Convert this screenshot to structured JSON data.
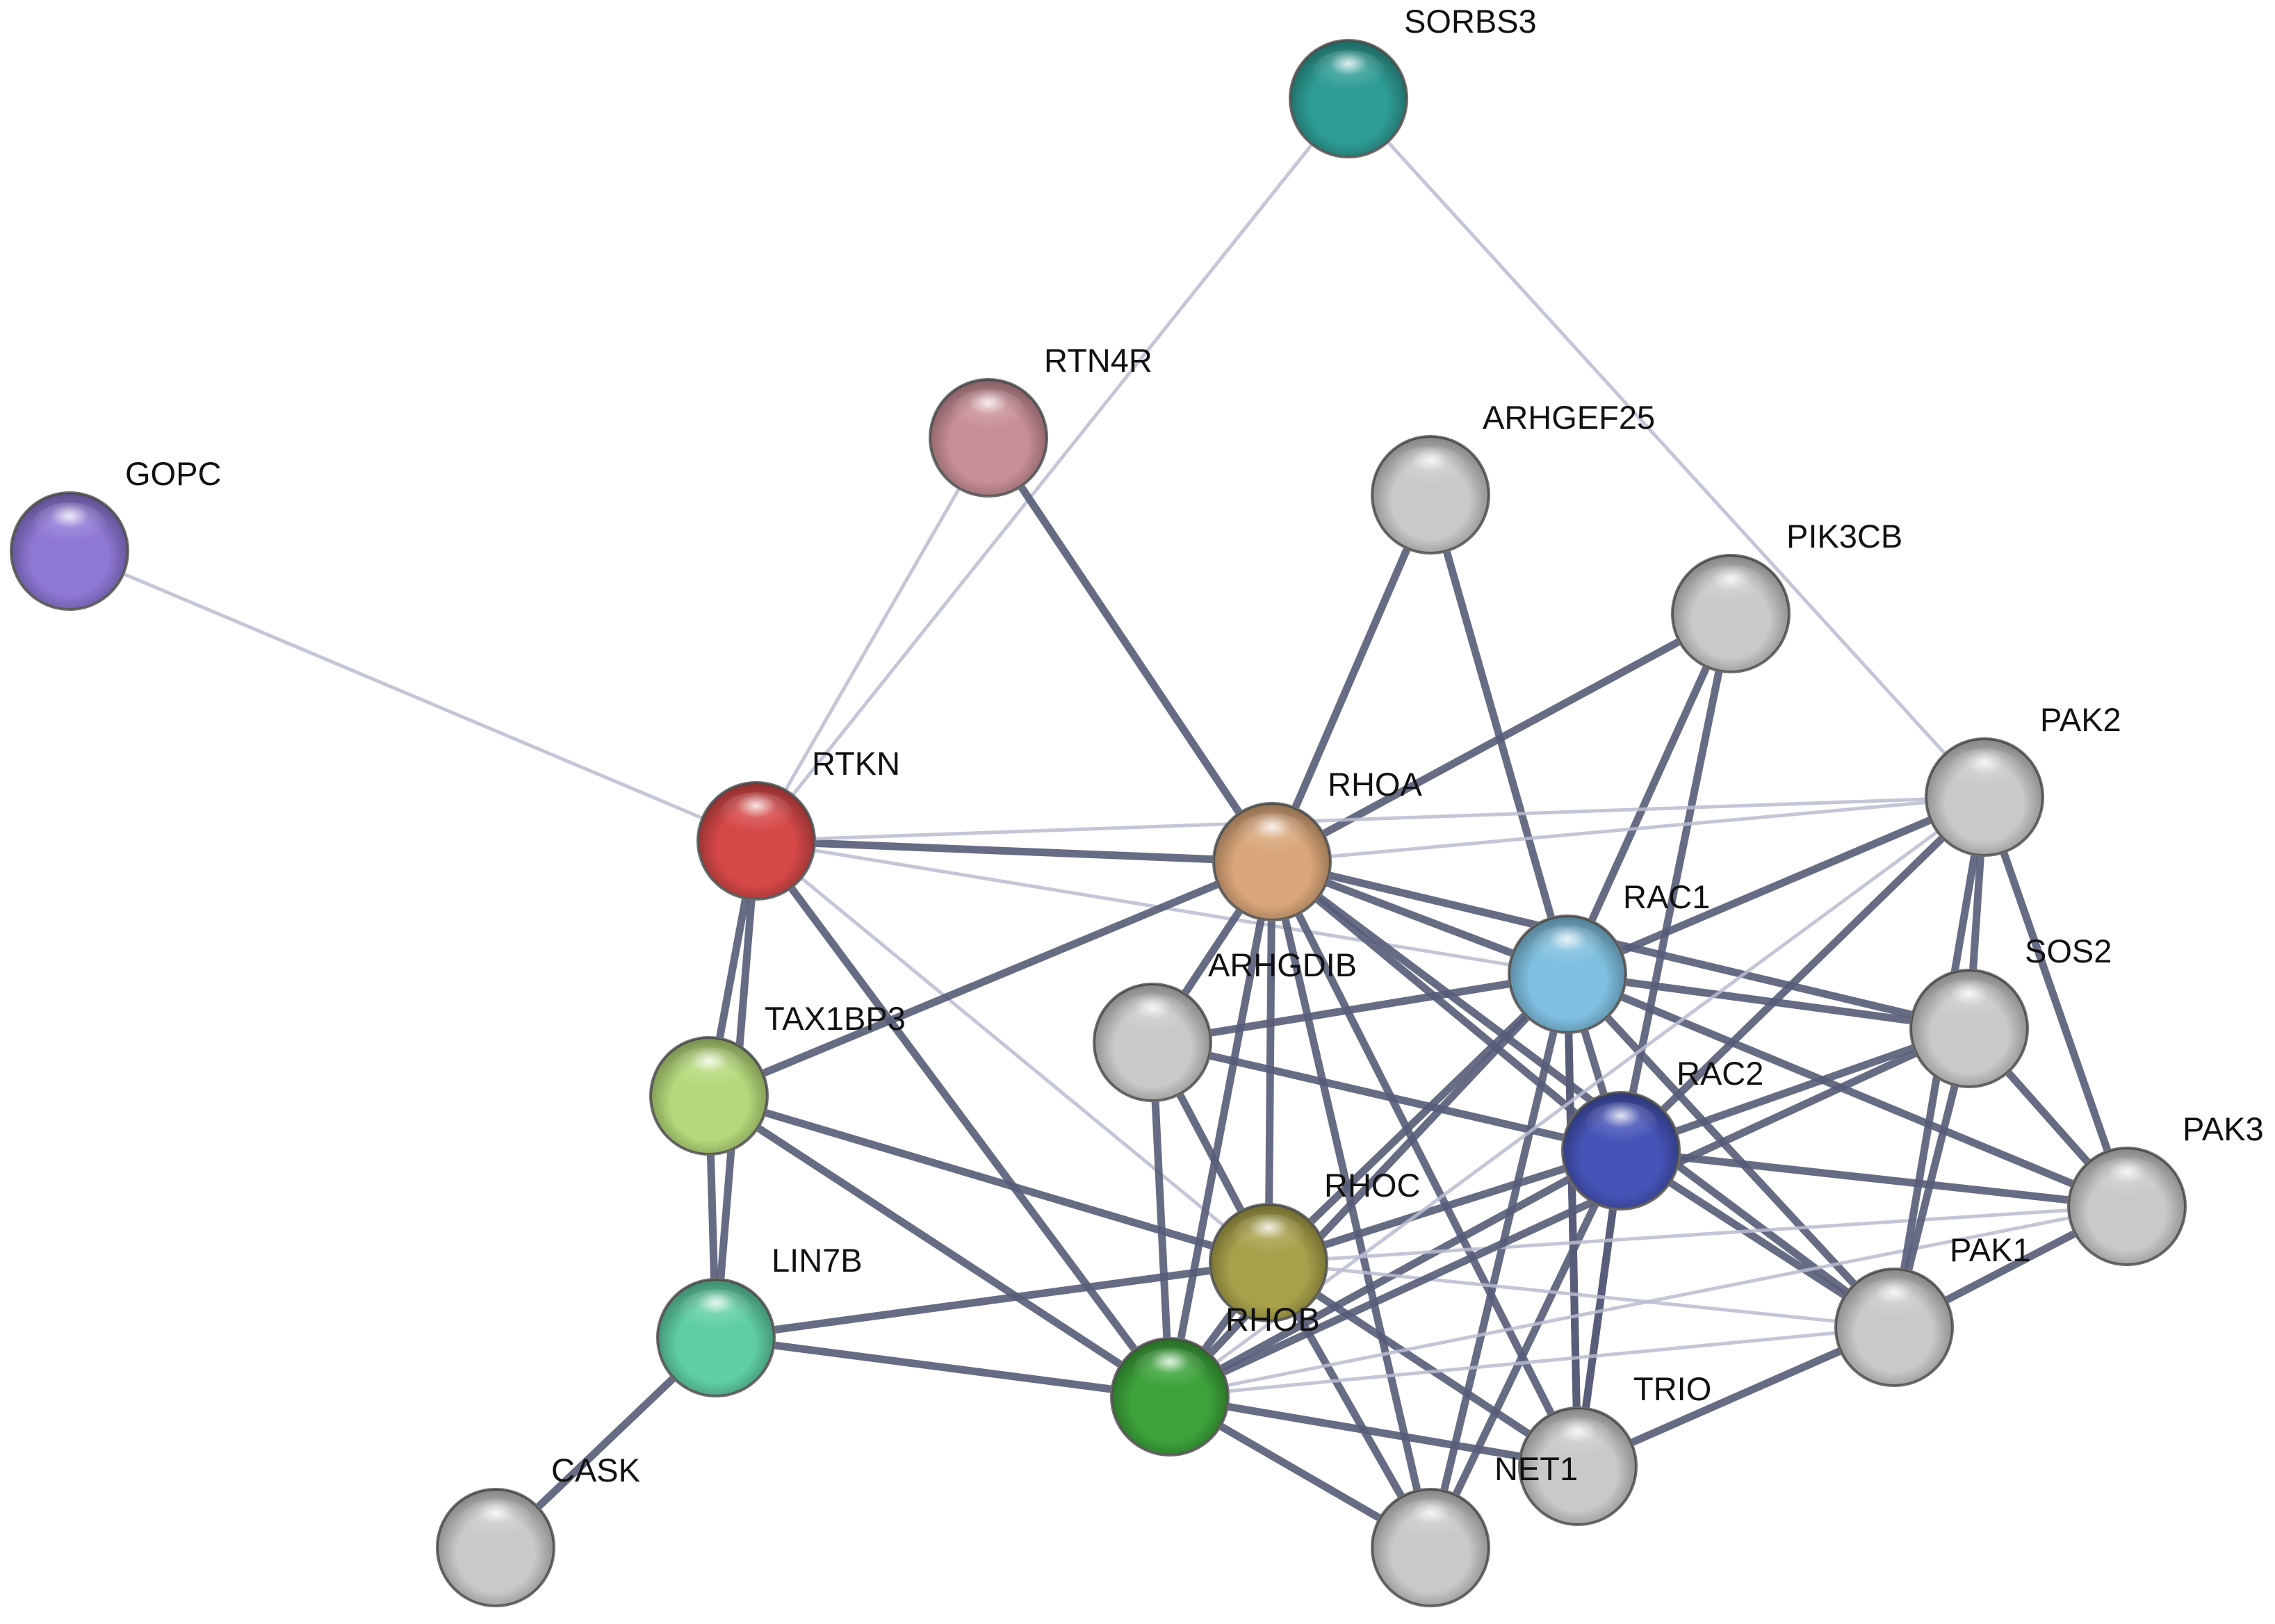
{
  "nodes": [
    {
      "id": "SORBS3",
      "label": "SORBS3",
      "color": "#2e9d95"
    },
    {
      "id": "RTN4R",
      "label": "RTN4R",
      "color": "#c98f97"
    },
    {
      "id": "GOPC",
      "label": "GOPC",
      "color": "#8e78d6"
    },
    {
      "id": "ARHGEF25",
      "label": "ARHGEF25",
      "color": "#c9c9c9"
    },
    {
      "id": "PIK3CB",
      "label": "PIK3CB",
      "color": "#c9c9c9"
    },
    {
      "id": "PAK2",
      "label": "PAK2",
      "color": "#c9c9c9"
    },
    {
      "id": "RTKN",
      "label": "RTKN",
      "color": "#d64848"
    },
    {
      "id": "RHOA",
      "label": "RHOA",
      "color": "#d9a679"
    },
    {
      "id": "RAC1",
      "label": "RAC1",
      "color": "#7fbfe0"
    },
    {
      "id": "ARHGDIB",
      "label": "ARHGDIB",
      "color": "#c9c9c9"
    },
    {
      "id": "SOS2",
      "label": "SOS2",
      "color": "#c9c9c9"
    },
    {
      "id": "TAX1BP3",
      "label": "TAX1BP3",
      "color": "#b5d97a"
    },
    {
      "id": "RAC2",
      "label": "RAC2",
      "color": "#4654b8"
    },
    {
      "id": "PAK3",
      "label": "PAK3",
      "color": "#c9c9c9"
    },
    {
      "id": "RHOC",
      "label": "RHOC",
      "color": "#a8a04a"
    },
    {
      "id": "LIN7B",
      "label": "LIN7B",
      "color": "#5fcfa3"
    },
    {
      "id": "PAK1",
      "label": "PAK1",
      "color": "#c9c9c9"
    },
    {
      "id": "RHOB",
      "label": "RHOB",
      "color": "#3ca33a"
    },
    {
      "id": "TRIO",
      "label": "TRIO",
      "color": "#c9c9c9"
    },
    {
      "id": "NET1",
      "label": "NET1",
      "color": "#c9c9c9"
    },
    {
      "id": "CASK",
      "label": "CASK",
      "color": "#c9c9c9"
    },
    {
      "id": "ARHGEF_BOTTOM",
      "label": "",
      "color": "#c9c9c9"
    }
  ],
  "edges": [
    [
      "SORBS3",
      "RTKN",
      "light"
    ],
    [
      "SORBS3",
      "PAK2",
      "light"
    ],
    [
      "RTN4R",
      "RTKN",
      "light"
    ],
    [
      "RTN4R",
      "RHOA",
      "strong"
    ],
    [
      "GOPC",
      "RTKN",
      "light"
    ],
    [
      "ARHGEF25",
      "RHOA",
      "strong"
    ],
    [
      "ARHGEF25",
      "RAC1",
      "strong"
    ],
    [
      "PIK3CB",
      "RHOA",
      "strong"
    ],
    [
      "PIK3CB",
      "RAC1",
      "strong"
    ],
    [
      "PIK3CB",
      "RAC2",
      "strong"
    ],
    [
      "RTKN",
      "RHOA",
      "strong"
    ],
    [
      "RTKN",
      "TAX1BP3",
      "strong"
    ],
    [
      "RTKN",
      "LIN7B",
      "strong"
    ],
    [
      "RTKN",
      "RHOB",
      "strong"
    ],
    [
      "RTKN",
      "RHOC",
      "light"
    ],
    [
      "RTKN",
      "RAC1",
      "light"
    ],
    [
      "RTKN",
      "PAK2",
      "light"
    ],
    [
      "TAX1BP3",
      "LIN7B",
      "strong"
    ],
    [
      "TAX1BP3",
      "RHOA",
      "strong"
    ],
    [
      "TAX1BP3",
      "RHOC",
      "strong"
    ],
    [
      "TAX1BP3",
      "RHOB",
      "strong"
    ],
    [
      "LIN7B",
      "CASK",
      "strong"
    ],
    [
      "LIN7B",
      "RHOC",
      "strong"
    ],
    [
      "LIN7B",
      "RHOB",
      "strong"
    ],
    [
      "RHOA",
      "RAC1",
      "strong"
    ],
    [
      "RHOA",
      "RAC2",
      "strong"
    ],
    [
      "RHOA",
      "RHOC",
      "strong"
    ],
    [
      "RHOA",
      "RHOB",
      "strong"
    ],
    [
      "RHOA",
      "ARHGDIB",
      "strong"
    ],
    [
      "RHOA",
      "NET1",
      "strong"
    ],
    [
      "RHOA",
      "ARHGEF_BOTTOM",
      "strong"
    ],
    [
      "RHOA",
      "SOS2",
      "strong"
    ],
    [
      "RHOA",
      "PAK1",
      "strong"
    ],
    [
      "RHOA",
      "PAK2",
      "light"
    ],
    [
      "RAC1",
      "RAC2",
      "strong"
    ],
    [
      "RAC1",
      "RHOC",
      "strong"
    ],
    [
      "RAC1",
      "RHOB",
      "strong"
    ],
    [
      "RAC1",
      "ARHGDIB",
      "strong"
    ],
    [
      "RAC1",
      "PAK1",
      "strong"
    ],
    [
      "RAC1",
      "PAK2",
      "strong"
    ],
    [
      "RAC1",
      "PAK3",
      "strong"
    ],
    [
      "RAC1",
      "SOS2",
      "strong"
    ],
    [
      "RAC1",
      "NET1",
      "strong"
    ],
    [
      "RAC1",
      "ARHGEF_BOTTOM",
      "strong"
    ],
    [
      "RAC1",
      "TRIO",
      "strong"
    ],
    [
      "RAC2",
      "RHOC",
      "strong"
    ],
    [
      "RAC2",
      "RHOB",
      "strong"
    ],
    [
      "RAC2",
      "ARHGDIB",
      "strong"
    ],
    [
      "RAC2",
      "PAK1",
      "strong"
    ],
    [
      "RAC2",
      "PAK2",
      "strong"
    ],
    [
      "RAC2",
      "PAK3",
      "strong"
    ],
    [
      "RAC2",
      "SOS2",
      "strong"
    ],
    [
      "RAC2",
      "TRIO",
      "strong"
    ],
    [
      "RAC2",
      "NET1",
      "strong"
    ],
    [
      "RAC2",
      "ARHGEF_BOTTOM",
      "strong"
    ],
    [
      "ARHGDIB",
      "RHOC",
      "strong"
    ],
    [
      "ARHGDIB",
      "RHOB",
      "strong"
    ],
    [
      "RHOC",
      "RHOB",
      "strong"
    ],
    [
      "RHOC",
      "ARHGEF_BOTTOM",
      "strong"
    ],
    [
      "RHOC",
      "NET1",
      "strong"
    ],
    [
      "RHOC",
      "PAK1",
      "light"
    ],
    [
      "RHOC",
      "PAK3",
      "light"
    ],
    [
      "RHOB",
      "ARHGEF_BOTTOM",
      "strong"
    ],
    [
      "RHOB",
      "NET1",
      "strong"
    ],
    [
      "RHOB",
      "SOS2",
      "strong"
    ],
    [
      "RHOB",
      "PAK1",
      "light"
    ],
    [
      "RHOB",
      "PAK2",
      "light"
    ],
    [
      "RHOB",
      "PAK3",
      "light"
    ],
    [
      "PAK2",
      "SOS2",
      "strong"
    ],
    [
      "PAK2",
      "PAK1",
      "strong"
    ],
    [
      "PAK2",
      "PAK3",
      "strong"
    ],
    [
      "SOS2",
      "PAK1",
      "strong"
    ],
    [
      "SOS2",
      "PAK3",
      "strong"
    ],
    [
      "PAK1",
      "PAK3",
      "strong"
    ],
    [
      "PAK1",
      "TRIO",
      "strong"
    ],
    [
      "TRIO",
      "NET1",
      "strong"
    ]
  ]
}
